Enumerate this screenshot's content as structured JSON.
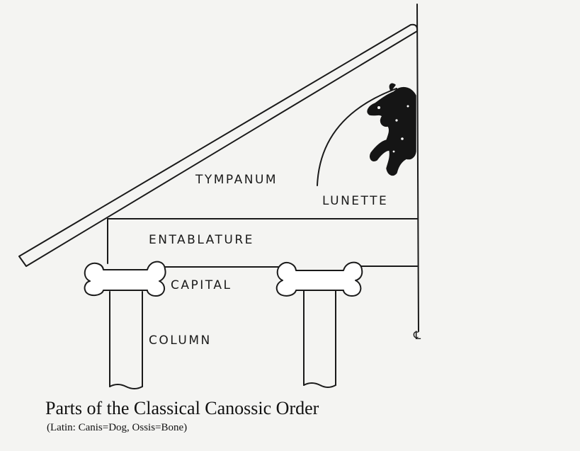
{
  "diagram": {
    "labels": {
      "tympanum": "TYMPANUM",
      "lunette": "LUNETTE",
      "entablature": "ENTABLATURE",
      "capital": "CAPITAL",
      "column": "COLUMN",
      "centerline": "℄"
    },
    "caption": {
      "title": "Parts of the Classical Canossic Order",
      "subtitle": "(Latin: Canis=Dog, Ossis=Bone)"
    },
    "colors": {
      "ink": "#1a1a1a",
      "paper": "#f4f4f2",
      "fill": "#ffffff"
    }
  }
}
